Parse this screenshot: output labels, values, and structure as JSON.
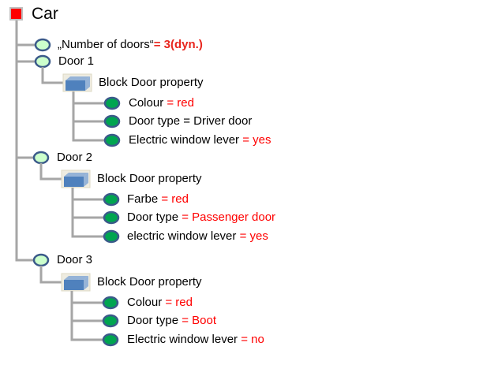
{
  "colors": {
    "line": "#a6a6a6",
    "root": "#ff0000",
    "node_light": "#ccffcc",
    "node_dark": "#00a550",
    "node_stroke": "#3b5a8a",
    "block": "#4f81bd",
    "highlight": "#ff0000"
  },
  "root": {
    "label": "Car",
    "icon": "red-square-icon"
  },
  "attribute": {
    "label": "„Number of doors“",
    "value": "= 3(dyn.)"
  },
  "doors": [
    {
      "label": "Door 1",
      "block": "Block Door property",
      "props": [
        {
          "name": "Colour",
          "value": "= red",
          "value_red": true
        },
        {
          "name": "Door type",
          "value": "= Driver door",
          "value_red": false
        },
        {
          "name": "Electric window lever",
          "value": "= yes",
          "value_red": true
        }
      ]
    },
    {
      "label": "Door 2",
      "block": "Block Door property",
      "props": [
        {
          "name": "Farbe",
          "value": "= red",
          "value_red": true
        },
        {
          "name": "Door type",
          "value": "= Passenger door",
          "value_red": true
        },
        {
          "name": "electric window lever",
          "value": "= yes",
          "value_red": true
        }
      ]
    },
    {
      "label": "Door 3",
      "block": "Block Door property",
      "props": [
        {
          "name": "Colour",
          "value": "= red",
          "value_red": true
        },
        {
          "name": "Door type",
          "value": "= Boot",
          "value_red": true
        },
        {
          "name": "Electric window lever",
          "value": "= no",
          "value_red": true
        }
      ]
    }
  ]
}
